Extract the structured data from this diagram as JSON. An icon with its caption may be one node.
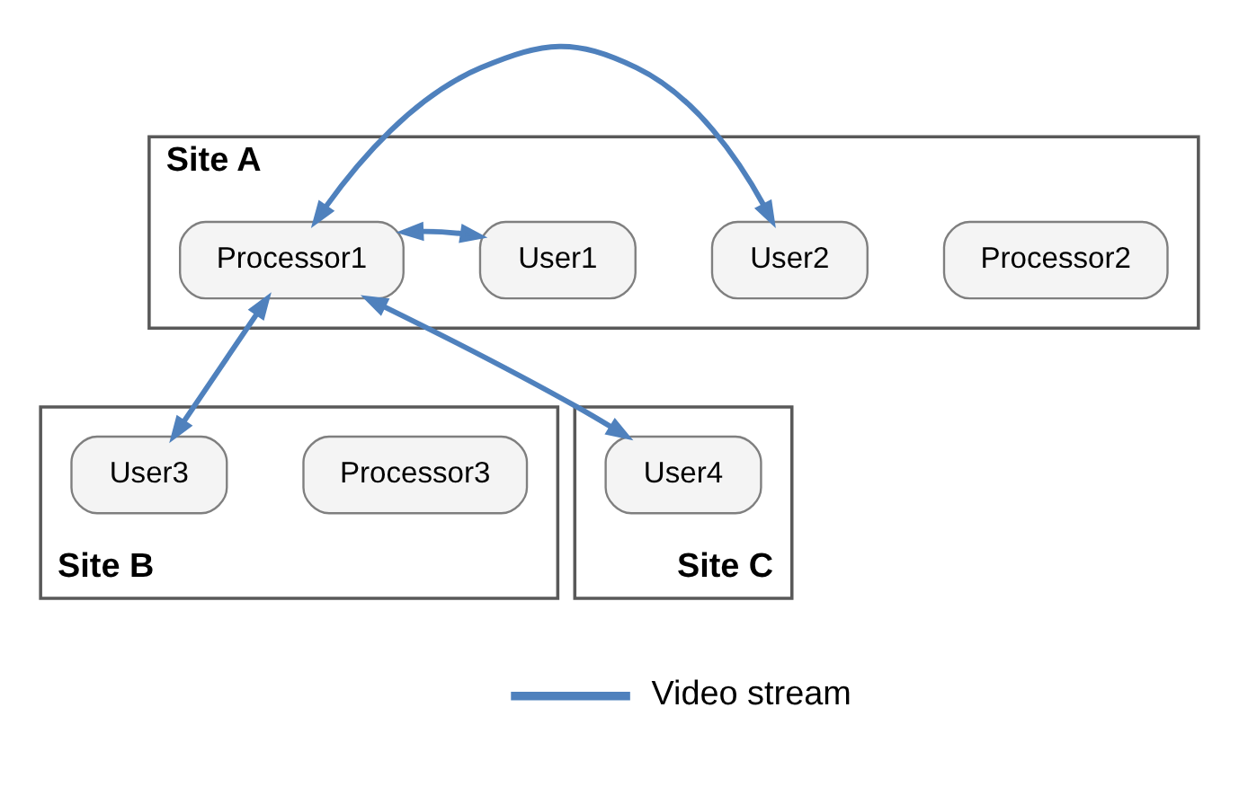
{
  "diagram": {
    "nodes": [
      {
        "text": [
          "Site A"
        ]
      },
      {
        "text": [
          "Processor1"
        ],
        "in": 0
      },
      {
        "text": [
          "User1"
        ],
        "in": 0
      },
      {
        "text": [
          "User2"
        ],
        "in": 0
      },
      {
        "text": [
          "Processor2"
        ],
        "in": 0
      },
      {
        "text": [
          "Site B"
        ]
      },
      {
        "text": [
          "User3"
        ],
        "in": 5
      },
      {
        "text": [
          "Processor3"
        ],
        "in": 5
      },
      {
        "text": [
          "Site C"
        ]
      },
      {
        "text": [
          "User4"
        ],
        "in": 8
      }
    ],
    "edges": [
      {
        "from": 1,
        "to": 2,
        "arrow": "both"
      },
      {
        "from": 1,
        "to": 3,
        "arrow": "both"
      },
      {
        "from": 1,
        "to": 9,
        "arrow": "both"
      },
      {
        "from": 1,
        "to": 6,
        "arrow": "both"
      }
    ],
    "legend": [
      {
        "text": "Video stream"
      }
    ]
  }
}
